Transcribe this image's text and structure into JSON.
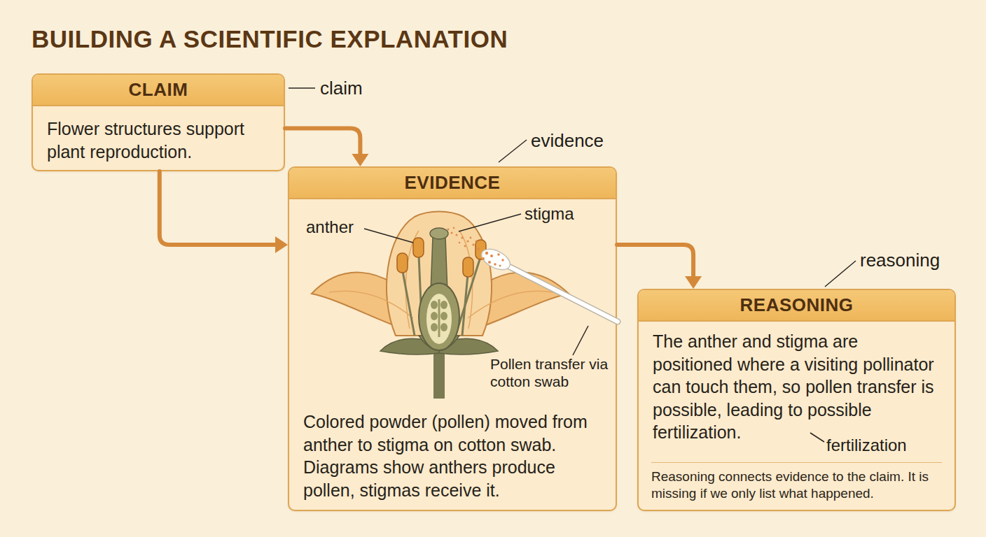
{
  "diagram": {
    "title": "BUILDING A SCIENTIFIC EXPLANATION",
    "nodes": [
      {
        "text": [
          "CLAIM",
          "Flower structures support plant reproduction."
        ]
      },
      {
        "text": [
          "EVIDENCE",
          "Colored powder (pollen) moved from anther to stigma on cotton swab. Diagrams show anthers produce pollen, stigmas receive it."
        ]
      },
      {
        "text": [
          "REASONING",
          "The anther and stigma are positioned where a visiting pollinator can touch them, so pollen transfer is possible, leading to possible fertilization.",
          "Reasoning connects evidence to the claim. It is missing if we only list what happened."
        ]
      }
    ],
    "edges": [
      {
        "from": 0,
        "to": 1,
        "arrow": "to"
      },
      {
        "from": 0,
        "to": 1,
        "arrow": "to"
      },
      {
        "from": 1,
        "to": 2,
        "arrow": "to"
      }
    ],
    "labels": [
      "claim",
      "evidence",
      "reasoning",
      "fertilization",
      "anther",
      "stigma",
      "Pollen transfer via cotton swab"
    ]
  }
}
